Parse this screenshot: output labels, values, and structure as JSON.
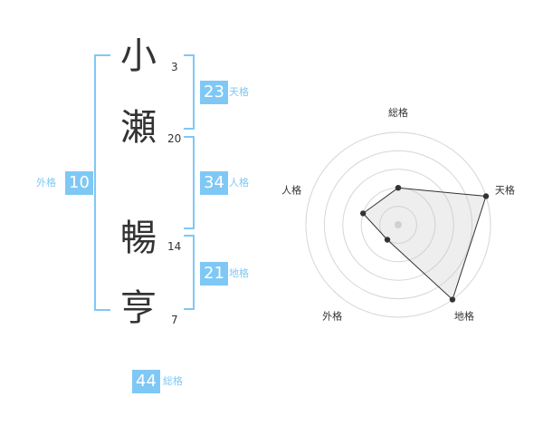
{
  "name": {
    "chars": [
      {
        "char": "小",
        "strokes": "3"
      },
      {
        "char": "瀬",
        "strokes": "20"
      },
      {
        "char": "暢",
        "strokes": "14"
      },
      {
        "char": "亨",
        "strokes": "7"
      }
    ]
  },
  "kaku": {
    "tenkaku": {
      "value": "23",
      "label": "天格"
    },
    "jinkaku": {
      "value": "34",
      "label": "人格"
    },
    "chikaku": {
      "value": "21",
      "label": "地格"
    },
    "gaikaku": {
      "value": "10",
      "label": "外格"
    },
    "soukaku": {
      "value": "44",
      "label": "総格"
    }
  },
  "colors": {
    "accent": "#7fc8f5",
    "text": "#333333"
  },
  "chart_data": {
    "type": "radar",
    "categories": [
      "総格",
      "天格",
      "地格",
      "外格",
      "人格"
    ],
    "values": [
      2,
      5,
      5,
      1,
      2
    ],
    "max": 5,
    "rings": 5
  }
}
